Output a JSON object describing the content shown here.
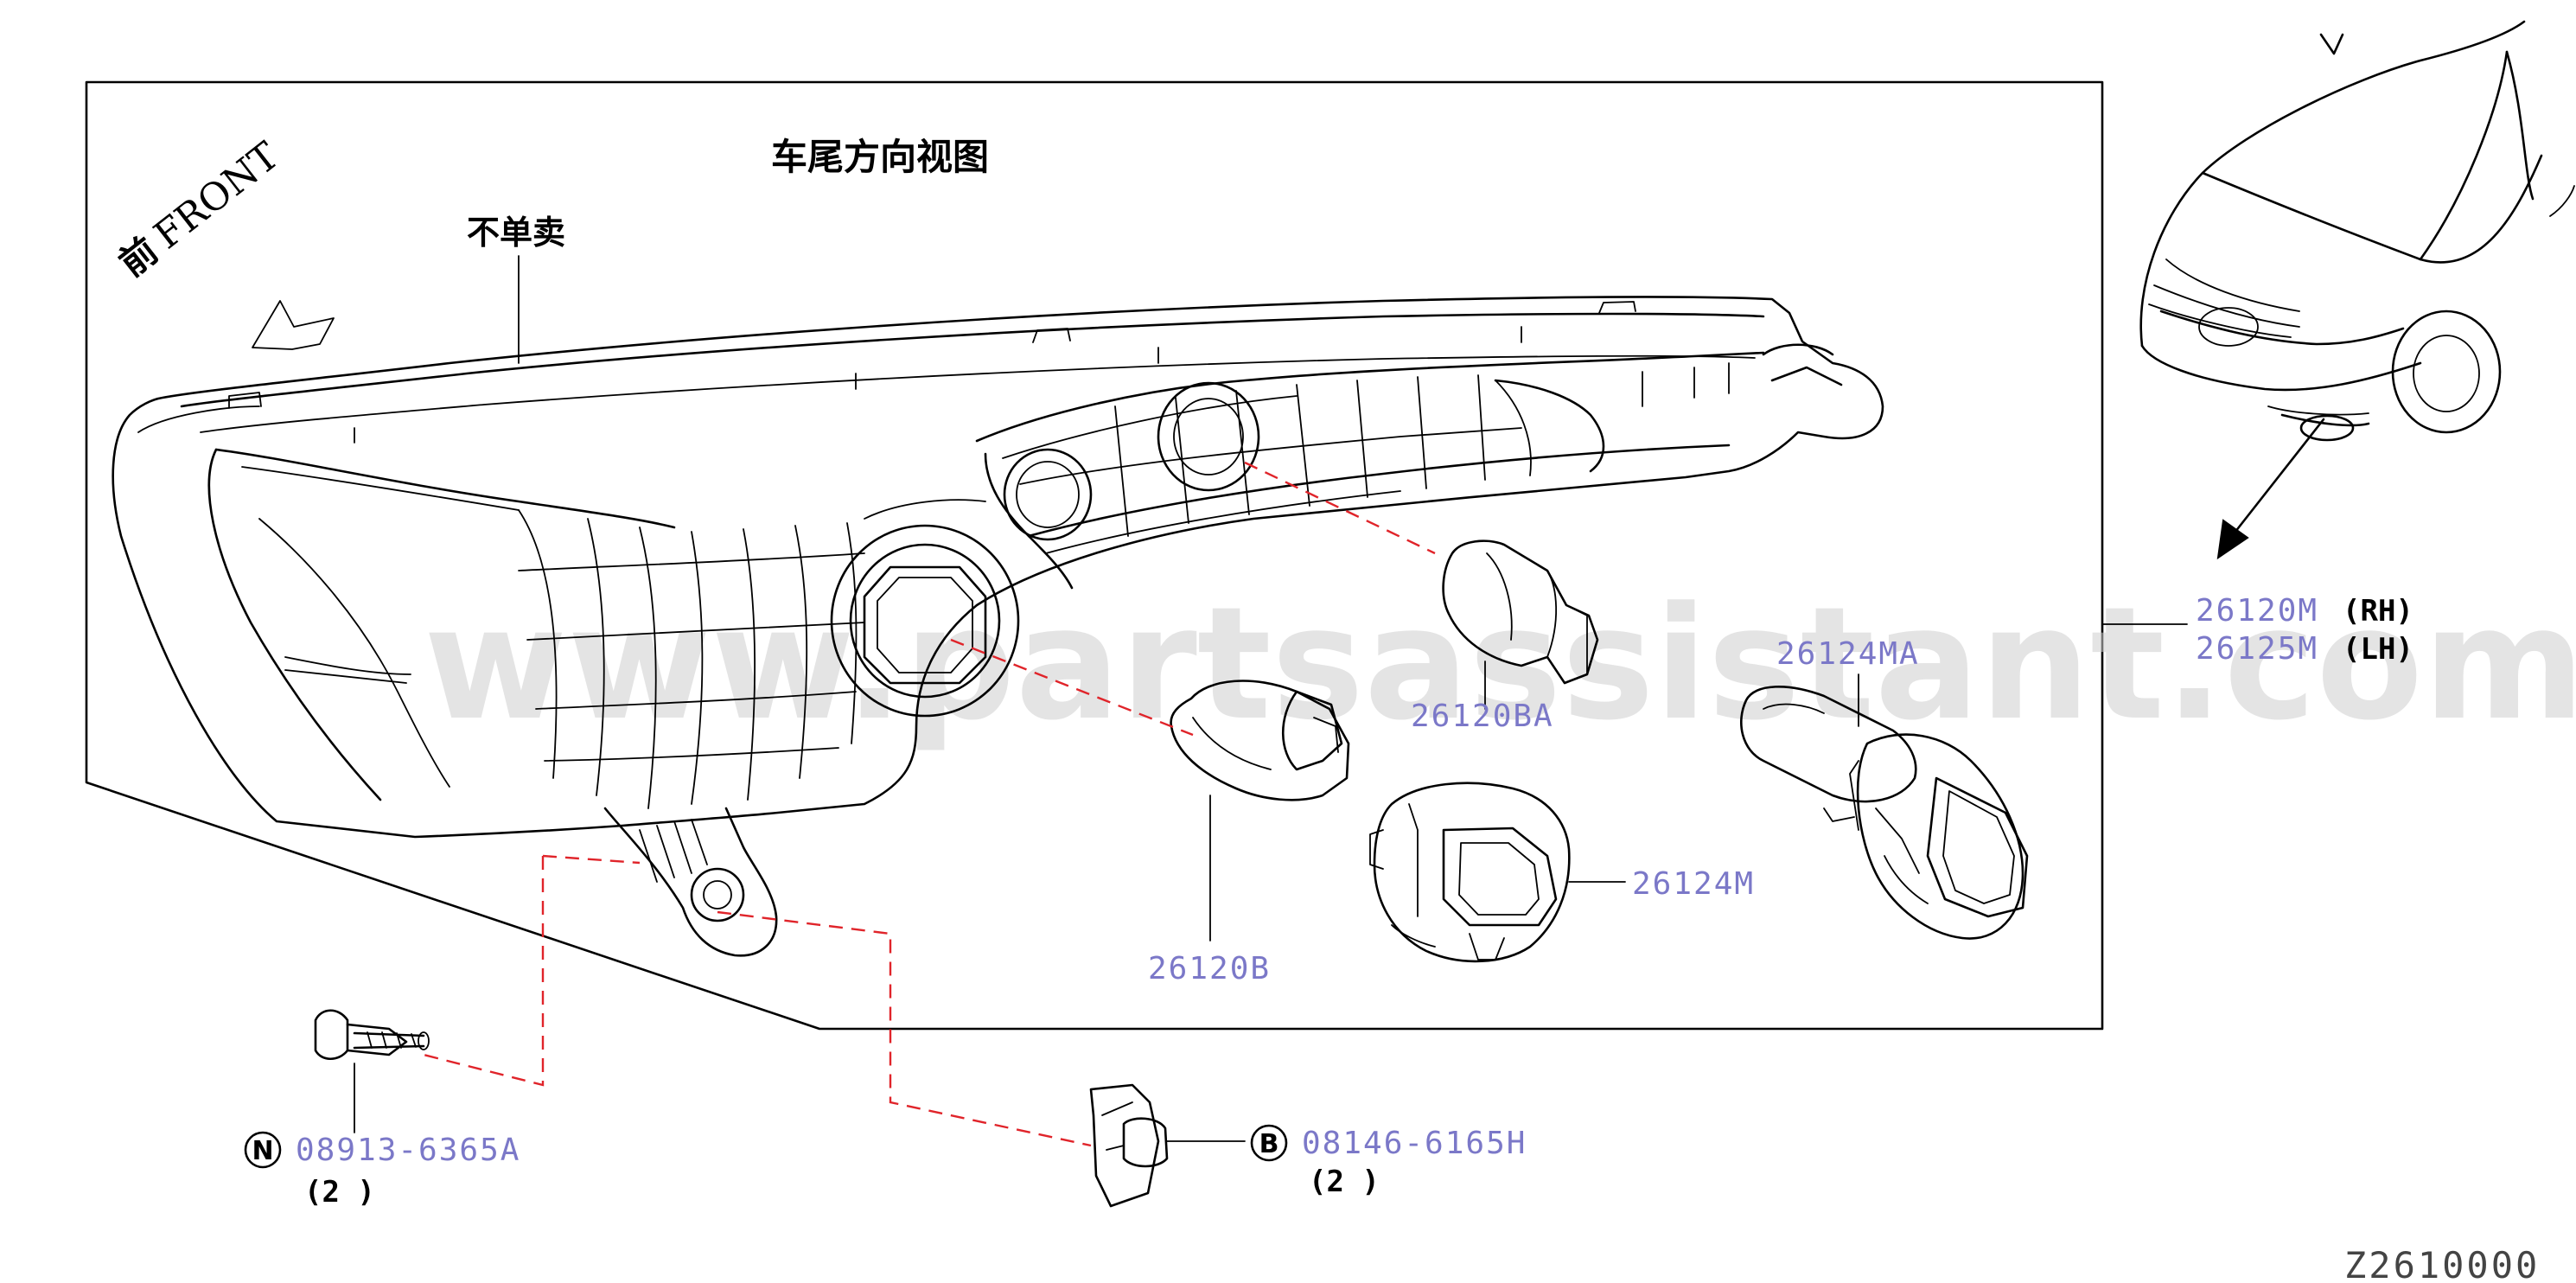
{
  "titles": {
    "view": "车尾方向视图",
    "not_sold": "不单卖",
    "front_cn": "前",
    "front_en": "FRONT"
  },
  "parts": {
    "rh": "26120M",
    "rh_side": "(RH)",
    "lh": "26125M",
    "lh_side": "(LH)",
    "p26124MA": "26124MA",
    "p26120BA": "26120BA",
    "p26124M": "26124M",
    "p26120B": "26120B",
    "bolt": "08913-6365A",
    "bolt_marker": "N",
    "bolt_qty": "(2 )",
    "clip": "08146-6165H",
    "clip_marker": "B",
    "clip_qty": "(2 )"
  },
  "watermark": "www.partsassistant.com",
  "diagram_code": "Z2610000"
}
